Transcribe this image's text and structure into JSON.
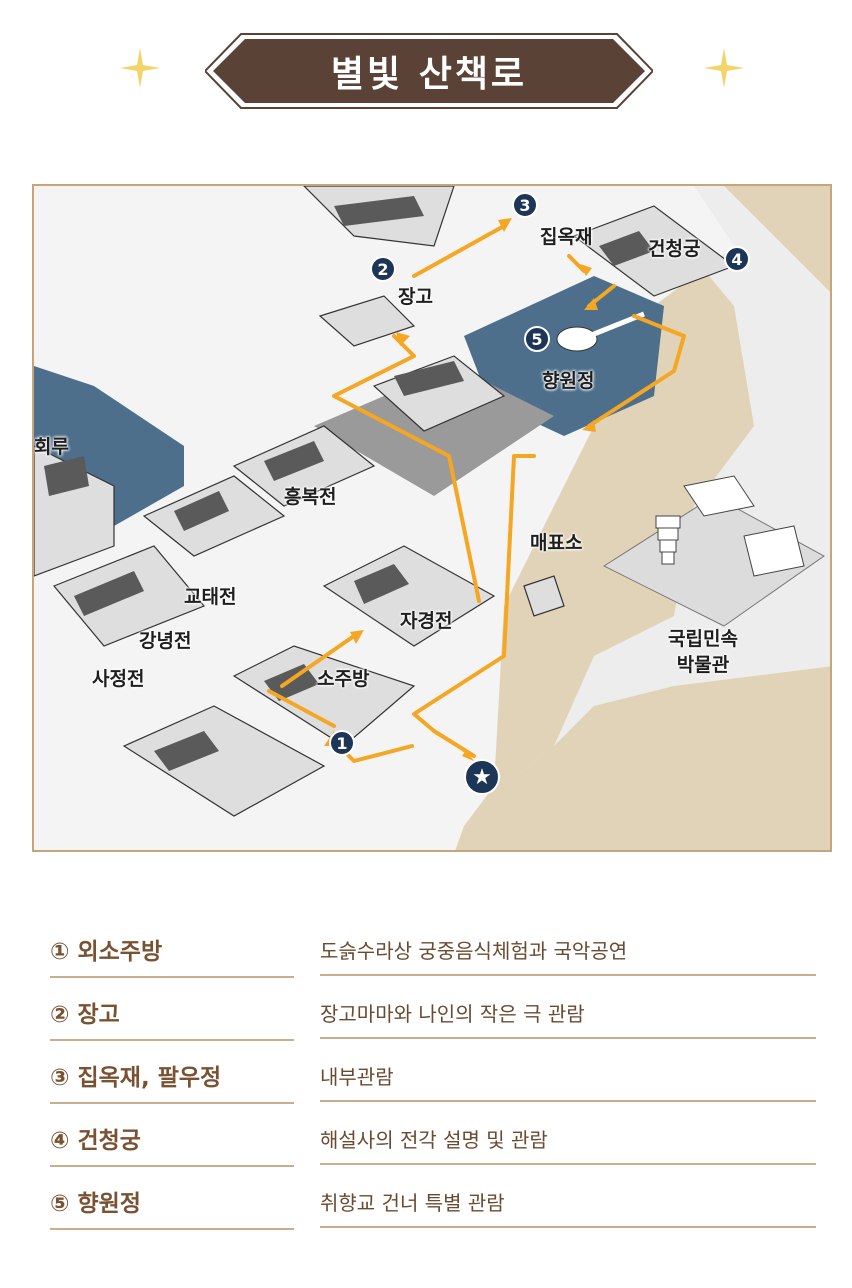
{
  "title": "별빛 산책로",
  "colors": {
    "banner": "#5a4236",
    "route": "#f5a623",
    "pond": "#4d6f8c",
    "badge": "#1d3557",
    "legend_text": "#7a5232",
    "border": "#c4a67a"
  },
  "map": {
    "stops": [
      {
        "number": "1",
        "label": ""
      },
      {
        "number": "2",
        "label": "장고"
      },
      {
        "number": "3",
        "label": "집옥재"
      },
      {
        "number": "4",
        "label": "건청궁"
      },
      {
        "number": "5",
        "label": "향원정"
      }
    ],
    "start_icon": "star-icon",
    "start_symbol": "★",
    "buildings": {
      "hwiru": "회루",
      "heungbokjeon": "흥복전",
      "gyotaejeon": "교태전",
      "gangnyeongjeon": "강녕전",
      "sajeongjeon": "사정전",
      "sojubang": "소주방",
      "jagyeongjeon": "자경전",
      "maepyoso": "매표소",
      "museum": "국립민속\n박물관"
    }
  },
  "legend": [
    {
      "name": "① 외소주방",
      "desc": "도슭수라상 궁중음식체험과 국악공연"
    },
    {
      "name": "② 장고",
      "desc": "장고마마와 나인의 작은 극 관람"
    },
    {
      "name": "③ 집옥재, 팔우정",
      "desc": "내부관람"
    },
    {
      "name": "④ 건청궁",
      "desc": "해설사의 전각 설명 및 관람"
    },
    {
      "name": "⑤ 향원정",
      "desc": "취향교 건너 특별 관람"
    }
  ]
}
